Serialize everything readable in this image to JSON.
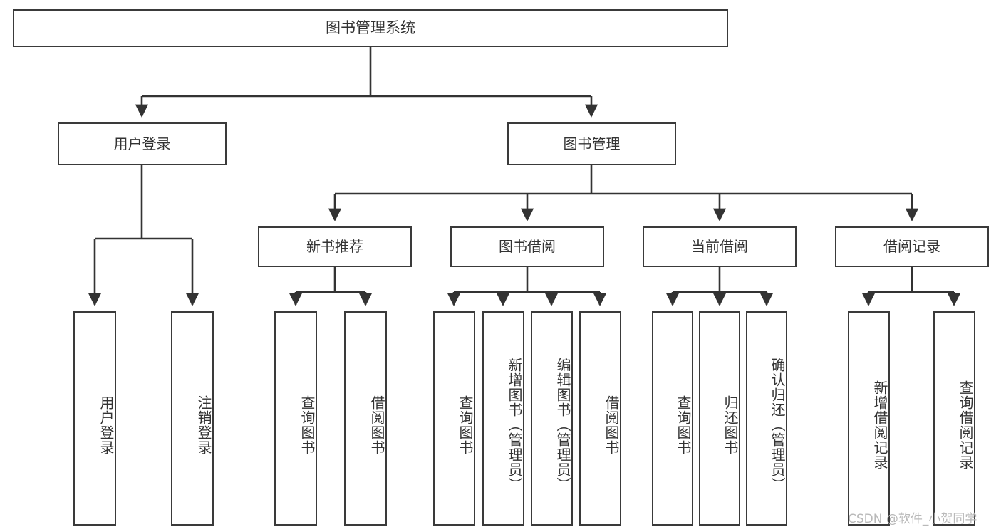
{
  "diagram": {
    "type": "tree-hierarchy-chart",
    "title": "图书管理系统",
    "colors": {
      "box_border": "#3a3a3a",
      "box_fill": "#ffffff",
      "text": "#333333",
      "connector": "#333333",
      "watermark": "#b9b9b9",
      "background": "#ffffff"
    },
    "root": {
      "label": "图书管理系统"
    },
    "level1": [
      {
        "label": "用户登录"
      },
      {
        "label": "图书管理"
      }
    ],
    "level2": [
      {
        "label": "新书推荐"
      },
      {
        "label": "图书借阅"
      },
      {
        "label": "当前借阅"
      },
      {
        "label": "借阅记录"
      }
    ],
    "leaves": {
      "user_login": [
        {
          "label": "用户登录"
        },
        {
          "label": "注销登录"
        }
      ],
      "new_book_recommend": [
        {
          "label": "查询图书"
        },
        {
          "label": "借阅图书"
        }
      ],
      "book_borrow": [
        {
          "label": "查询图书"
        },
        {
          "label": "新增图书（管理员）"
        },
        {
          "label": "编辑图书（管理员）"
        },
        {
          "label": "借阅图书"
        }
      ],
      "current_borrow": [
        {
          "label": "查询图书"
        },
        {
          "label": "归还图书"
        },
        {
          "label": "确认归还（管理员）"
        }
      ],
      "borrow_record": [
        {
          "label": "新增借阅记录"
        },
        {
          "label": "查询借阅记录"
        }
      ]
    }
  },
  "watermark": {
    "text": "CSDN @软件_小贺同学"
  }
}
